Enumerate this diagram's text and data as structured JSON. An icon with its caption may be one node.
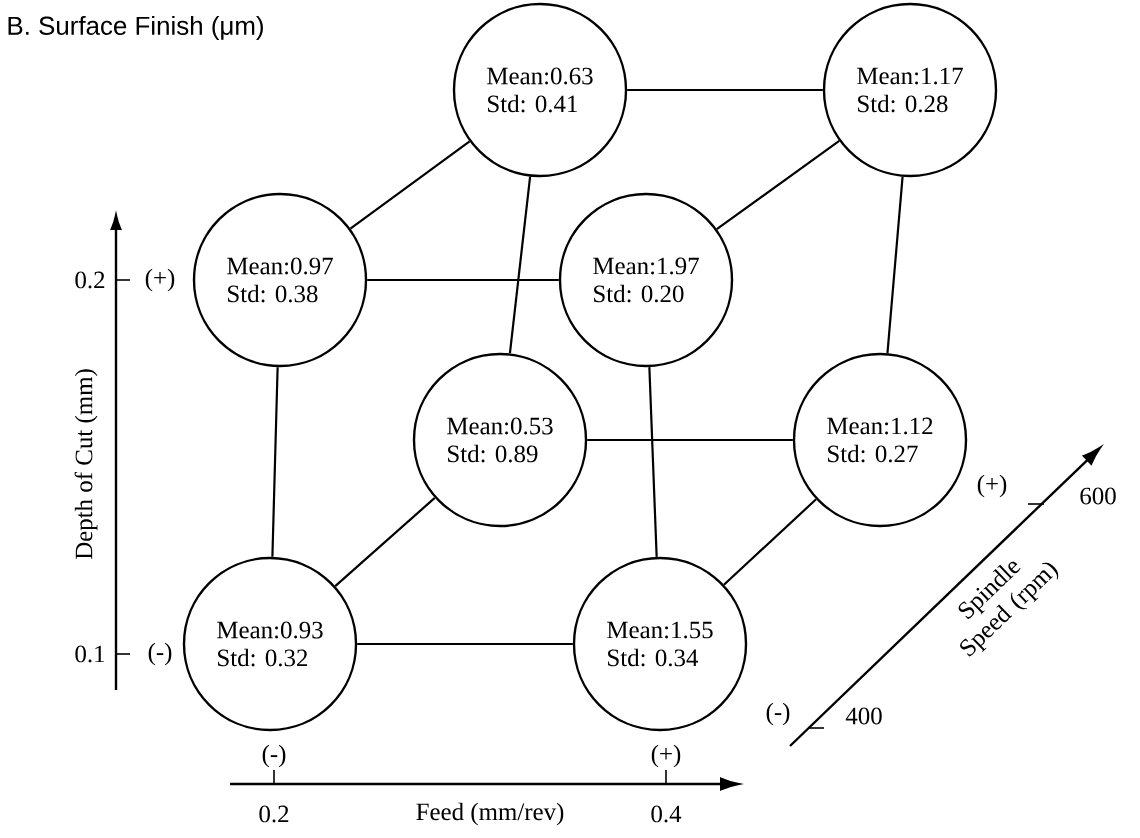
{
  "diagram": {
    "title": "B. Surface Finish (μm)",
    "nodes": [
      {
        "text": [
          "Mean:0.63",
          "Std: 0.41"
        ]
      },
      {
        "text": [
          "Mean:1.17",
          "Std: 0.28"
        ]
      },
      {
        "text": [
          "Mean:0.97",
          "Std: 0.38"
        ]
      },
      {
        "text": [
          "Mean:1.97",
          "Std: 0.20"
        ]
      },
      {
        "text": [
          "Mean:0.53",
          "Std: 0.89"
        ]
      },
      {
        "text": [
          "Mean:1.12",
          "Std: 0.27"
        ]
      },
      {
        "text": [
          "Mean:0.93",
          "Std: 0.32"
        ]
      },
      {
        "text": [
          "Mean:1.55",
          "Std: 0.34"
        ]
      }
    ],
    "edges": [
      {
        "from": 0,
        "to": 1,
        "arrow": "none"
      },
      {
        "from": 0,
        "to": 2,
        "arrow": "none"
      },
      {
        "from": 0,
        "to": 4,
        "arrow": "none"
      },
      {
        "from": 1,
        "to": 3,
        "arrow": "none"
      },
      {
        "from": 1,
        "to": 5,
        "arrow": "none"
      },
      {
        "from": 2,
        "to": 3,
        "arrow": "none"
      },
      {
        "from": 2,
        "to": 6,
        "arrow": "none"
      },
      {
        "from": 3,
        "to": 7,
        "arrow": "none"
      },
      {
        "from": 4,
        "to": 5,
        "arrow": "none"
      },
      {
        "from": 4,
        "to": 6,
        "arrow": "none"
      },
      {
        "from": 5,
        "to": 7,
        "arrow": "none"
      },
      {
        "from": 6,
        "to": 7,
        "arrow": "none"
      }
    ],
    "labels": [
      "0.2",
      "(+)",
      "Depth of Cut (mm)",
      "(+)",
      "600",
      "Spindle Speed (rpm)",
      "0.1",
      "(-)",
      "(-)",
      "400",
      "(-)",
      "(+)",
      "0.2",
      "Feed (mm/rev)",
      "0.4"
    ]
  }
}
